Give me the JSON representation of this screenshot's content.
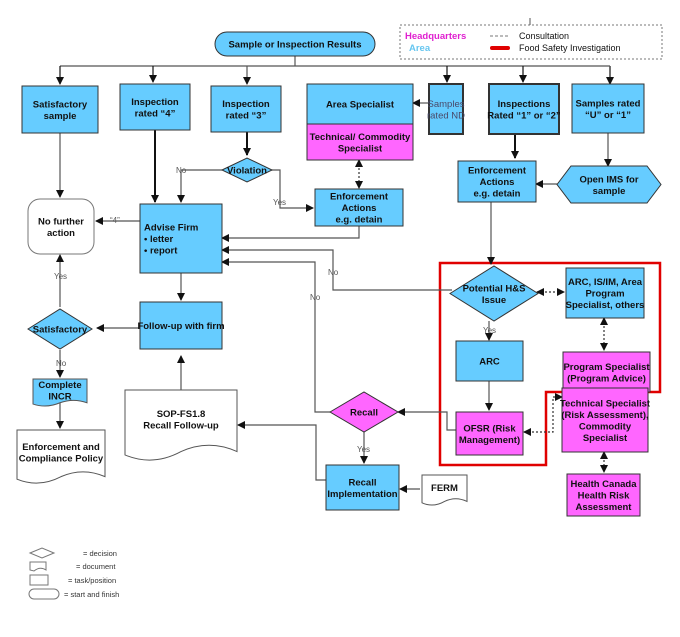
{
  "colors": {
    "area": "#66ccff",
    "hq": "#ff66ff",
    "document": "#ffffff",
    "stroke": "#333333",
    "investigation": "#e00000",
    "connector": "#555555"
  },
  "legend": {
    "headquarters": "Headquarters",
    "area": "Area",
    "consultation": "Consultation",
    "food_safety_investigation": "Food Safety Investigation"
  },
  "shape_key": {
    "decision": "= decision",
    "document": "= document",
    "task": "= task/position",
    "start_finish": "= start and finish"
  },
  "nodes": [
    {
      "id": "start",
      "shape": "terminal",
      "fill": "area",
      "lines": [
        "Sample or Inspection Results"
      ]
    },
    {
      "id": "satisfactory-sample",
      "shape": "task",
      "fill": "area",
      "lines": [
        "Satisfactory",
        "sample"
      ]
    },
    {
      "id": "inspection-4",
      "shape": "task",
      "fill": "area",
      "lines": [
        "Inspection",
        "rated “4”"
      ]
    },
    {
      "id": "inspection-3",
      "shape": "task",
      "fill": "area",
      "lines": [
        "Inspection",
        "rated “3”"
      ]
    },
    {
      "id": "area-specialist",
      "shape": "task",
      "fill": "area",
      "lines": [
        "Area Specialist"
      ]
    },
    {
      "id": "technical-commodity-specialist",
      "shape": "task",
      "fill": "hq",
      "lines": [
        "Technical/ Commodity",
        "Specialist"
      ]
    },
    {
      "id": "samples-nd",
      "shape": "task",
      "fill": "area",
      "light": true,
      "lines": [
        "Samples",
        "rated ND"
      ]
    },
    {
      "id": "inspections-1-2",
      "shape": "task",
      "fill": "area",
      "lines": [
        "Inspections",
        "Rated “1” or “2”"
      ]
    },
    {
      "id": "samples-u-1",
      "shape": "task",
      "fill": "area",
      "lines": [
        "Samples rated",
        "“U” or “1”"
      ]
    },
    {
      "id": "violation",
      "shape": "decision",
      "fill": "area",
      "lines": [
        "Violation"
      ]
    },
    {
      "id": "enforcement-left",
      "shape": "task",
      "fill": "area",
      "lines": [
        "Enforcement",
        "Actions",
        "e.g. detain"
      ]
    },
    {
      "id": "enforcement-right",
      "shape": "task",
      "fill": "area",
      "lines": [
        "Enforcement",
        "Actions",
        "e.g. detain"
      ]
    },
    {
      "id": "open-ims",
      "shape": "hexagon",
      "fill": "area",
      "lines": [
        "Open IMS for",
        "sample"
      ]
    },
    {
      "id": "no-further-action",
      "shape": "terminal-white",
      "fill": "document",
      "lines": [
        "No further",
        "action"
      ]
    },
    {
      "id": "advise-firm",
      "shape": "task",
      "fill": "area",
      "lines": [
        "Advise Firm",
        "•      letter",
        "•      report"
      ]
    },
    {
      "id": "potential-hs",
      "shape": "decision",
      "fill": "area",
      "lines": [
        "Potential H&S",
        "Issue"
      ]
    },
    {
      "id": "arc-group",
      "shape": "task",
      "fill": "area",
      "lines": [
        "ARC, IS/IM, Area",
        "Program",
        "Specialist, others"
      ]
    },
    {
      "id": "satisfactory-decision",
      "shape": "decision",
      "fill": "area",
      "lines": [
        "Satisfactory"
      ]
    },
    {
      "id": "follow-up",
      "shape": "task",
      "fill": "area",
      "lines": [
        "Follow-up with firm"
      ]
    },
    {
      "id": "arc",
      "shape": "task",
      "fill": "area",
      "lines": [
        "ARC"
      ]
    },
    {
      "id": "program-specialist",
      "shape": "task",
      "fill": "hq",
      "lines": [
        "Program Specialist",
        "(Program Advice)"
      ]
    },
    {
      "id": "complete-incr",
      "shape": "document",
      "fill": "area",
      "lines": [
        "Complete",
        "INCR"
      ]
    },
    {
      "id": "sop-fs",
      "shape": "document",
      "fill": "document",
      "lines": [
        "SOP-FS1.8",
        "Recall Follow-up"
      ]
    },
    {
      "id": "recall",
      "shape": "decision",
      "fill": "hq",
      "lines": [
        "Recall"
      ]
    },
    {
      "id": "ofsr",
      "shape": "task",
      "fill": "hq",
      "lines": [
        "OFSR (Risk",
        "Management)"
      ]
    },
    {
      "id": "technical-specialist",
      "shape": "task",
      "fill": "hq",
      "lines": [
        "Technical Specialist",
        "(Risk Assessment),",
        "Commodity",
        "Specialist"
      ]
    },
    {
      "id": "enforcement-policy",
      "shape": "document",
      "fill": "document",
      "lines": [
        "Enforcement and",
        "Compliance Policy"
      ]
    },
    {
      "id": "recall-implementation",
      "shape": "task",
      "fill": "area",
      "lines": [
        "Recall",
        "Implementation"
      ]
    },
    {
      "id": "ferm",
      "shape": "document",
      "fill": "document",
      "lines": [
        "FERM"
      ]
    },
    {
      "id": "health-canada",
      "shape": "task",
      "fill": "hq",
      "lines": [
        "Health Canada",
        "Health Risk",
        "Assessment"
      ]
    }
  ],
  "edge_labels": {
    "violation_no": "No",
    "violation_yes": "Yes",
    "advise_to_no_further": "“4”",
    "satisfactory_yes": "Yes",
    "satisfactory_no": "No",
    "hs_no": "No",
    "recall_no": "No",
    "hs_yes": "Yes",
    "recall_yes": "Yes"
  }
}
